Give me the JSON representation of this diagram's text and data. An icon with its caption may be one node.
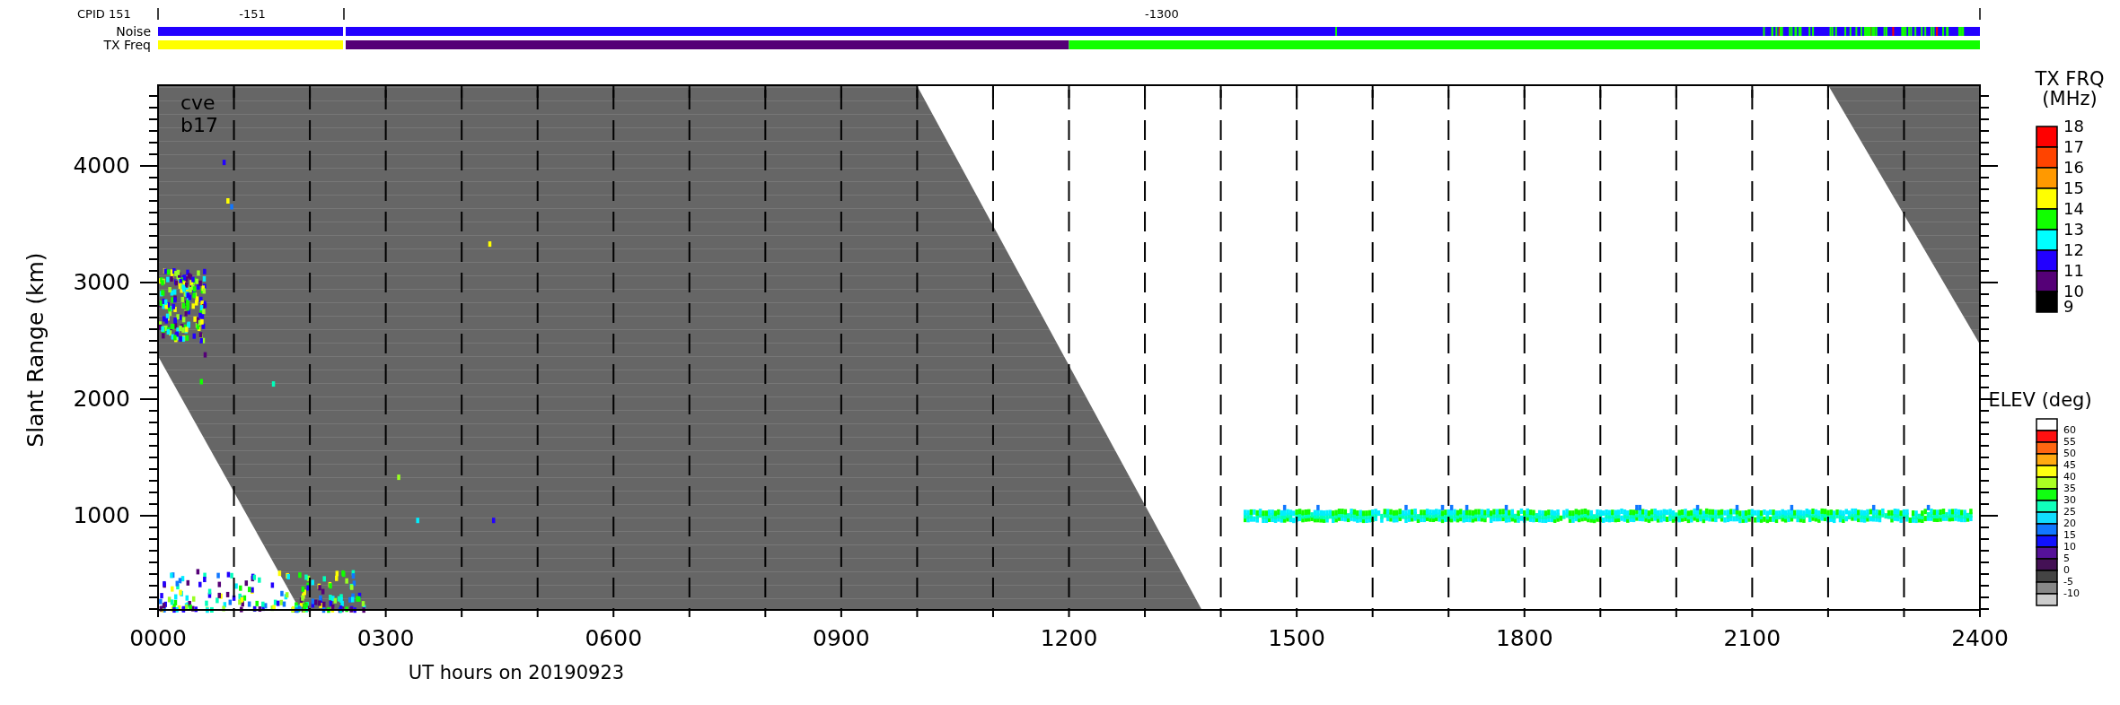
{
  "diagram": {
    "labels": [
      "CPID",
      "151",
      "-151",
      "-1300",
      "Noise",
      "TX Freq",
      "TX FRQ (MHz)",
      "18",
      "17",
      "16",
      "15",
      "14",
      "13",
      "12",
      "11",
      "10",
      "9",
      "cve",
      "b17",
      "4000",
      "3000",
      "2000",
      "1000",
      "Slant Range (km)",
      "ELEV (deg)",
      "60",
      "55",
      "50",
      "45",
      "40",
      "35",
      "30",
      "25",
      "20",
      "15",
      "10",
      "5",
      "0",
      "-5",
      "-10",
      "0000",
      "0300",
      "0600",
      "0900",
      "1200",
      "1500",
      "1800",
      "2100",
      "2400",
      "UT hours on 20190923"
    ]
  }
}
